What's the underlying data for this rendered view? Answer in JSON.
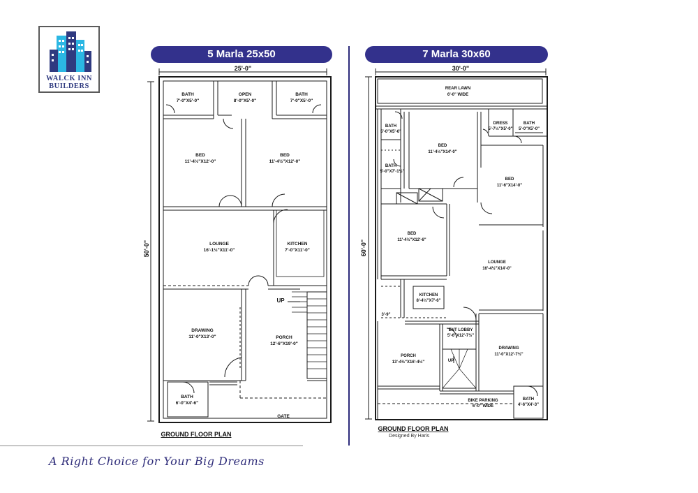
{
  "logo": {
    "line1": "WALCK INN",
    "line2": "BUILDERS",
    "colors": {
      "blue": "#2f3a80",
      "cyan": "#2bb7e3",
      "border": "#5a5a5a"
    }
  },
  "plan_left": {
    "title": "5 Marla 25x50",
    "width_dim": "25'-0\"",
    "depth_dim": "50'-0\"",
    "footer": "GROUND FLOOR PLAN",
    "rooms": {
      "bath1": {
        "name": "BATH",
        "size": "7'-0\"X5'-0\""
      },
      "open": {
        "name": "OPEN",
        "size": "8'-0\"X5'-0\""
      },
      "bath2": {
        "name": "BATH",
        "size": "7'-0\"X5'-0\""
      },
      "bed1": {
        "name": "BED",
        "size": "11'-4½\"X12'-0\""
      },
      "bed2": {
        "name": "BED",
        "size": "11'-4½\"X12'-0\""
      },
      "lounge": {
        "name": "LOUNGE",
        "size": "16'-1½\"X11'-0\""
      },
      "kitchen": {
        "name": "KITCHEN",
        "size": "7'-0\"X11'-0\""
      },
      "drawing": {
        "name": "DRAWING",
        "size": "11'-0\"X13'-0\""
      },
      "porch": {
        "name": "PORCH",
        "size": "12'-6\"X19'-0\""
      },
      "bath3": {
        "name": "BATH",
        "size": "6'-0\"X4'-6\""
      },
      "up": "UP",
      "gate": "GATE"
    }
  },
  "plan_right": {
    "title": "7 Marla 30x60",
    "width_dim": "30'-0\"",
    "depth_dim": "60'-0\"",
    "footer": "GROUND FLOOR PLAN",
    "designer": "Designed By Haris",
    "rooms": {
      "rear_lawn": {
        "name": "REAR LAWN",
        "size": "6'-0\" WIDE"
      },
      "bath1": {
        "name": "BATH",
        "size": "5'-0\"X5'-6\""
      },
      "bed1": {
        "name": "BED",
        "size": "11'-4½\"X14'-0\""
      },
      "dress": {
        "name": "DRESS",
        "size": "5'-7½\"X5'-0\""
      },
      "bath2": {
        "name": "BATH",
        "size": "5'-0\"X5'-0\""
      },
      "bath3": {
        "name": "BATH",
        "size": "5'-0\"X7'-1½\""
      },
      "bed2": {
        "name": "BED",
        "size": "11'-6\"X14'-0\""
      },
      "bed3": {
        "name": "BED",
        "size": "11'-4½\"X12'-6\""
      },
      "lounge": {
        "name": "LOUNGE",
        "size": "16'-4½\"X14'-0\""
      },
      "kitchen": {
        "name": "KITCHEN",
        "size": "8'-4½\"X7'-6\""
      },
      "dim_3_9": "3'-9\"",
      "ent_lobby": {
        "name": "ENT LOBBY",
        "size": "5'-6\"X12'-7½\""
      },
      "porch": {
        "name": "PORCH",
        "size": "13'-4½\"X16'-4½\""
      },
      "drawing": {
        "name": "DRAWING",
        "size": "11'-0\"X12'-7½\""
      },
      "bike_parking": {
        "name": "BIKE PARKING",
        "size": "6'-0\" WIDE"
      },
      "bath4": {
        "name": "BATH",
        "size": "4'-6\"X4'-3\""
      },
      "up": "UP"
    }
  },
  "tagline": "A Right Choice for Your Big Dreams",
  "colors": {
    "banner": "#33318c",
    "wall": "#1a1a1a"
  }
}
